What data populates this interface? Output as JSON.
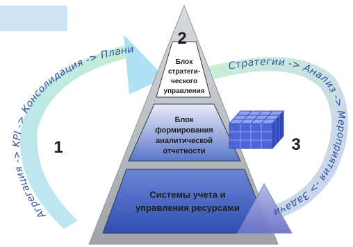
{
  "diagram": {
    "colors": {
      "pyramid_outline": "#8f959b",
      "block_stroke": "#3a3a3a",
      "tier_top_fill": "#ffffff",
      "tier_mid_fill": "#5a76c8",
      "tier_bottom_fill": "#2f4fb3",
      "arc_left": "#c7ecd6",
      "arc_right": "#cfd6ef",
      "arc_text": "#2f4fa3",
      "corner_box": "#cfe3f3"
    },
    "numbers": {
      "one": "1",
      "two": "2",
      "three": "3"
    },
    "tiers": {
      "top": [
        "Блок",
        "стратеги-",
        "ческого",
        "управления"
      ],
      "middle": [
        "Блок",
        "формирования",
        "аналитической",
        "отчетности"
      ],
      "bottom": [
        "Системы учета и",
        "управления ресурсами"
      ]
    },
    "arcs": {
      "left": "Агрегация -> KPI -> Консолидация -> Планирование",
      "right": "Стратегии -> Анализ -> Мероприятия -> Задачи"
    },
    "icons": [
      "data-cube-icon",
      "arrow-head-icon",
      "triangle-arrow-icon"
    ]
  }
}
